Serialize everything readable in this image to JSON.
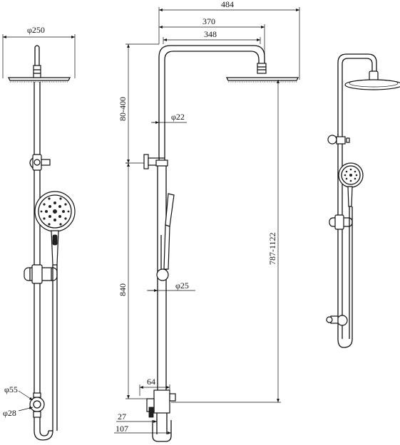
{
  "dimensions": {
    "head_diameter": "φ250",
    "overall_width": "484",
    "arm_reach": "370",
    "arm_inner": "348",
    "wall_offset": "80-400",
    "pipe_diameter_upper": "φ22",
    "pipe_diameter_lower": "φ25",
    "height_range": "787-1122",
    "rail_height": "840",
    "valve_offset": "64",
    "outlet_27": "27",
    "outlet_107": "107",
    "mixer_diameter": "φ55",
    "inlet_diameter": "φ28"
  },
  "views": [
    "front-view",
    "side-view",
    "perspective-view"
  ]
}
